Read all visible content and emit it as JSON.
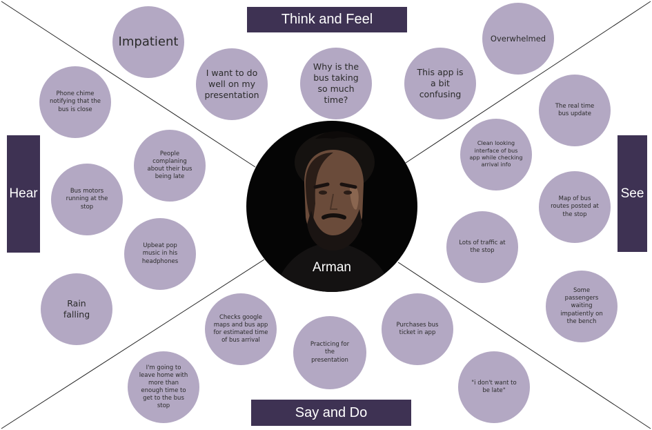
{
  "headers": {
    "think_feel": "Think and Feel",
    "hear": "Hear",
    "see": "See",
    "say_do": "Say and Do"
  },
  "persona": {
    "name": "Arman"
  },
  "think_feel": {
    "impatient": "Impatient",
    "presentation": "I want to do well on my presentation",
    "why_bus": "Why is the bus taking so much time?",
    "confusing": "This app is a bit confusing",
    "overwhelmed": "Overwhelmed"
  },
  "hear": {
    "phone_chime": "Phone chime notifying that the bus is close",
    "people_complaining": "People complaning about their bus being late",
    "bus_motors": "Bus motors running at the stop",
    "pop_music": "Upbeat pop music in his headphones",
    "rain": "Rain falling"
  },
  "see": {
    "realtime": "The real time bus update",
    "clean_interface": "Clean looking interface of bus app while checking arrival info",
    "map_routes": "Map of bus routes posted at the stop",
    "traffic": "Lots of traffic at the stop",
    "passengers": "Some passengers waiting impatiently on the bench"
  },
  "say_do": {
    "checks_maps": "Checks google maps and bus app for estimated time of bus arrival",
    "practicing": "Practicing for the presentation",
    "purchases": "Purchases bus ticket in app",
    "leave_home": "I'm going to leave home with more than enough time to get to the bus stop",
    "dont_want_late": "\"i don't want to be late\""
  },
  "colors": {
    "bubble": "#b3a8c3",
    "header": "#3e3253",
    "text": "#2a2a2a"
  }
}
